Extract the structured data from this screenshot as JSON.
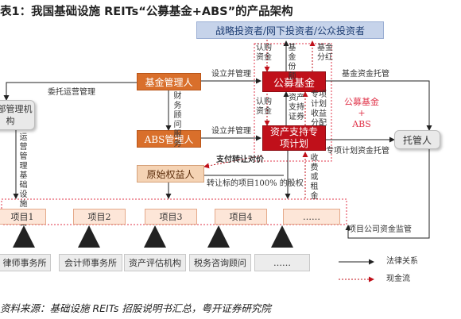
{
  "title": "表1：我国基础设施 REITs“公募基金+ABS”的产品架构",
  "source": "资料来源：基础设施 REITs 招股说明书汇总，粤开证券研究院",
  "investors": "战略投资者/网下投资者/公众投资者",
  "nodes": {
    "fund_manager": "基金管理人",
    "abs_manager": "ABS管理人",
    "original_owner": "原始权益人",
    "public_fund": "公募基金",
    "abs_plan": "资产支持专项计划",
    "custodian": "托管人",
    "ops_manager": "外部管理机构"
  },
  "projects": [
    "项目1",
    "项目2",
    "项目3",
    "项目4",
    "……"
  ],
  "agencies": [
    "律师事务所",
    "会计师事务所",
    "资产评估机构",
    "税务咨询顾问",
    "……"
  ],
  "labels": {
    "entrust_ops": "委托运营管理",
    "setup_manage_1": "设立并管理",
    "setup_manage_2": "设立并管理",
    "fund_custody": "基金资金托管",
    "plan_custody": "专项计划资金托管",
    "pay_transfer": "支付转让对价",
    "transfer_equity": "转让标的项目100% 的股权",
    "project_supervision": "项目公司资金监管",
    "finance_advisory": "财务顾问服务",
    "ops_manage_projects": "运营管理基础设施项目",
    "subscribe_fund_1": "认购资金",
    "fund_shares": "基金份额",
    "fund_dividend": "基金分红",
    "subscribe_fund_2": "认购资金",
    "asset_support_sec": "资产支持证券",
    "plan_proceeds": "专项计划收益分配",
    "income_rent": "收费或租金",
    "fund_plus_abs_1": "公募基金",
    "fund_plus_abs_2": "+",
    "fund_plus_abs_3": "ABS"
  },
  "legend": {
    "legal": "法律关系",
    "cash": "现金流"
  },
  "colors": {
    "accent_red": "#c0101a",
    "orange": "#d96f2b",
    "investor_blue": "#c6d3ea"
  }
}
